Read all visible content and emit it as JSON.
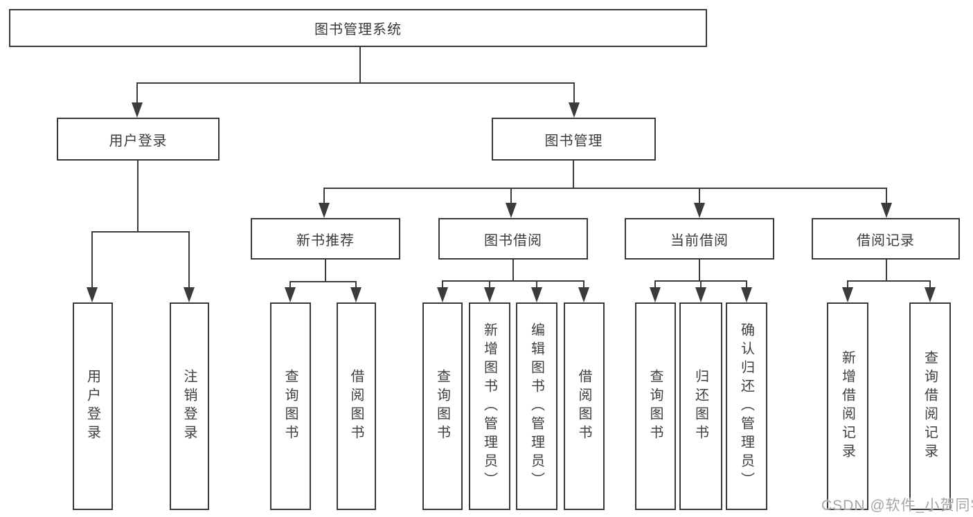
{
  "diagram": {
    "root": {
      "label": "图书管理系统"
    },
    "branches": [
      {
        "label": "用户登录",
        "leaves": [
          {
            "label": "用户登录"
          },
          {
            "label": "注销登录"
          }
        ]
      },
      {
        "label": "图书管理",
        "groups": [
          {
            "label": "新书推荐",
            "leaves": [
              {
                "label": "查询图书"
              },
              {
                "label": "借阅图书"
              }
            ]
          },
          {
            "label": "图书借阅",
            "leaves": [
              {
                "label": "查询图书"
              },
              {
                "label": "新增图书（管理员）"
              },
              {
                "label": "编辑图书（管理员）"
              },
              {
                "label": "借阅图书"
              }
            ]
          },
          {
            "label": "当前借阅",
            "leaves": [
              {
                "label": "查询图书"
              },
              {
                "label": "归还图书"
              },
              {
                "label": "确认归还（管理员）"
              }
            ]
          },
          {
            "label": "借阅记录",
            "leaves": [
              {
                "label": "新增借阅记录"
              },
              {
                "label": "查询借阅记录"
              }
            ]
          }
        ]
      }
    ]
  },
  "watermark": {
    "text": "CSDN @软件_小贺同学"
  },
  "colors": {
    "line": "#3b3b3b",
    "box_border": "#383838",
    "text": "#3f3f3f",
    "background": "#ffffff",
    "watermark": "#a6a6a6"
  }
}
